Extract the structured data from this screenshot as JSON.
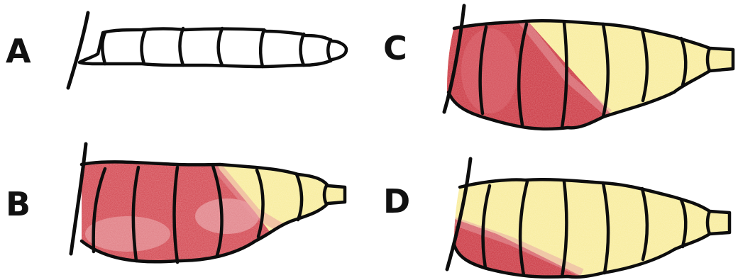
{
  "panels": [
    {
      "label": "A",
      "state": "uncolored"
    },
    {
      "label": "B",
      "state": "mostly red, yellow tip"
    },
    {
      "label": "C",
      "state": "red base diagonal, yellow rest"
    },
    {
      "label": "D",
      "state": "mostly yellow, red lower-left"
    }
  ],
  "colors": {
    "outline": "#0d0d0d",
    "red": "#c8343f",
    "red_light": "#e7a5aa",
    "yellow": "#f8ec9c",
    "yellow_light": "#fbf4c4",
    "background": "#ffffff"
  }
}
